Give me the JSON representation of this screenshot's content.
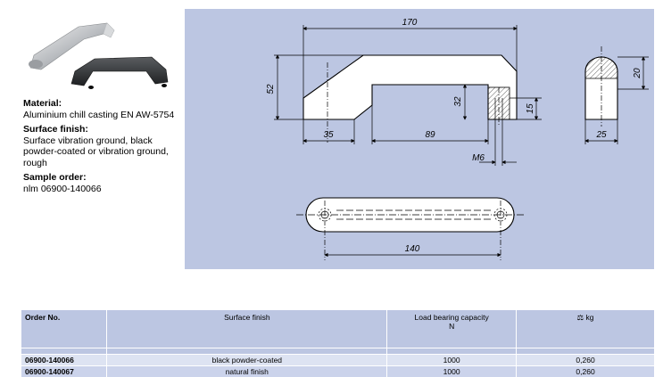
{
  "specs": {
    "material_heading": "Material:",
    "material_text": "Aluminium chill casting EN AW-5754",
    "finish_heading": "Surface finish:",
    "finish_text": "Surface vibration ground, black powder-coated or vibration ground, rough",
    "order_heading": "Sample order:",
    "order_text": "nlm 06900-140066"
  },
  "dimensions": {
    "overall_length": "170",
    "height": "52",
    "foot_length": "35",
    "inner_length": "89",
    "grip_depth": "32",
    "thread_depth": "15",
    "thread": "M6",
    "hole_spacing": "140",
    "section_height": "20",
    "section_width": "25"
  },
  "table": {
    "headers": {
      "order_no": "Order No.",
      "surface_finish": "Surface finish",
      "load_capacity": "Load bearing capacity",
      "load_unit": "N",
      "weight_icon": "⚖",
      "weight_unit": "kg"
    },
    "rows": [
      {
        "order_no": "06900-140066",
        "finish": "black powder-coated",
        "load": "1000",
        "weight": "0,260"
      },
      {
        "order_no": "06900-140067",
        "finish": "natural finish",
        "load": "1000",
        "weight": "0,260"
      }
    ]
  }
}
